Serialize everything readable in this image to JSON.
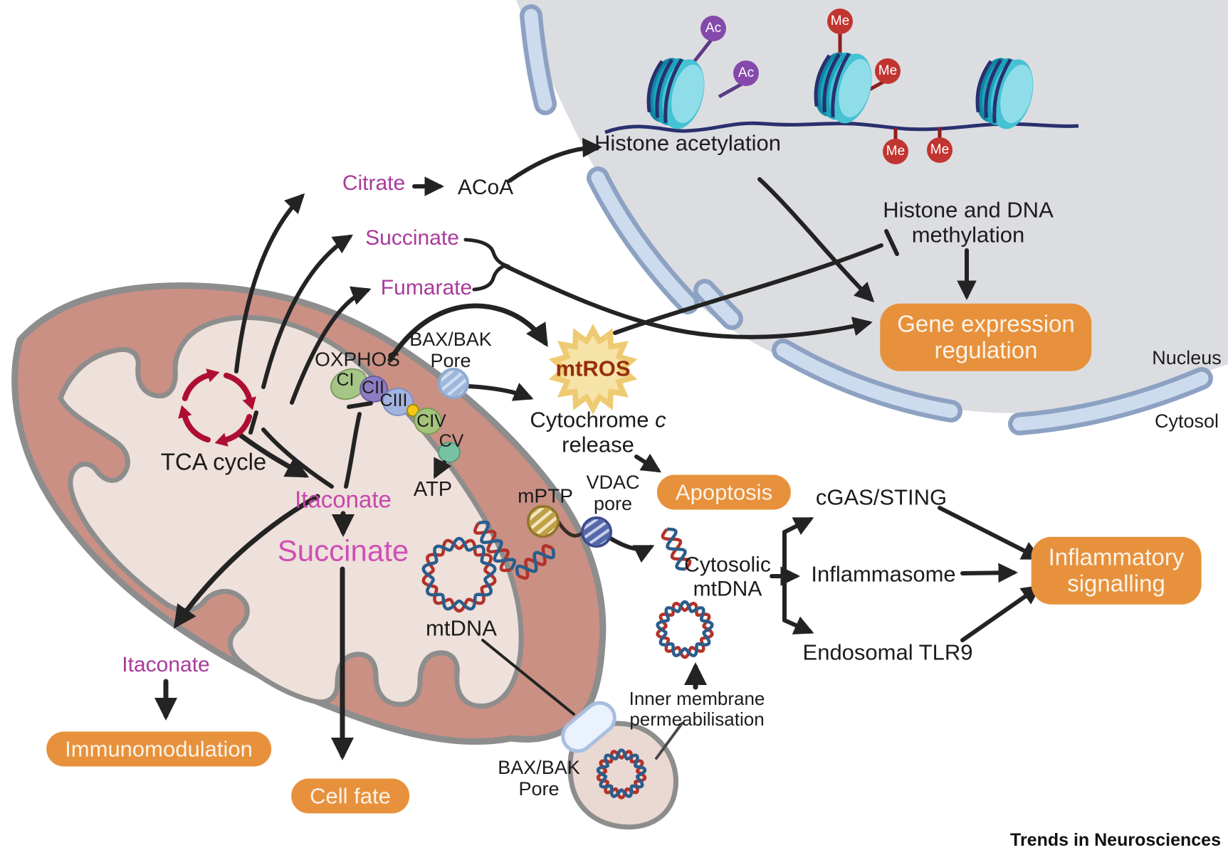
{
  "journal": "Trends in Neurosciences",
  "colors": {
    "accent_orange": "#e7913c",
    "metabolite_magenta": "#a93a9b",
    "succinate_pink": "#d04fb5",
    "tca_crimson": "#ae0e32",
    "mtros_text": "#962e0d",
    "arrow_black": "#232323",
    "nucleus_gray": "#dcdde1",
    "mito_outer": "#c99083",
    "mito_matrix": "#eee0da"
  },
  "nucleus": {
    "label": "Nucleus",
    "cytosol_label": "Cytosol",
    "histone_acetylation": "Histone acetylation",
    "histone_dna_methylation_l1": "Histone and DNA",
    "histone_dna_methylation_l2": "methylation",
    "ac": "Ac",
    "me": "Me"
  },
  "metabolites": {
    "citrate": "Citrate",
    "acoa": "ACoA",
    "succinate": "Succinate",
    "fumarate": "Fumarate",
    "itaconate_matrix": "Itaconate",
    "succinate_matrix": "Succinate",
    "itaconate_cytosol": "Itaconate"
  },
  "mito": {
    "tca": "TCA cycle",
    "oxphos": "OXPHOS",
    "ci": "CI",
    "cii": "CII",
    "ciii": "CIII",
    "civ": "CIV",
    "cv": "CV",
    "atp": "ATP",
    "mtdna": "mtDNA",
    "mptp": "mPTP",
    "mtros": "mtROS",
    "baxbak_top_l1": "BAX/BAK",
    "baxbak_top_l2": "Pore",
    "vdac_l1": "VDAC",
    "vdac_l2": "pore",
    "cytc_word": "Cytochrome",
    "cytc_c": "c",
    "cytc_l2": "release",
    "baxbak_bottom_l1": "BAX/BAK",
    "baxbak_bottom_l2": "Pore",
    "inner_mem_l1": "Inner membrane",
    "inner_mem_l2": "permeabilisation"
  },
  "signalling": {
    "cytosolic_l1": "Cytosolic",
    "cytosolic_l2": "mtDNA",
    "cgas": "cGAS/STING",
    "inflammasome": "Inflammasome",
    "tlr9": "Endosomal TLR9"
  },
  "boxes": {
    "gene_expression_l1": "Gene expression",
    "gene_expression_l2": "regulation",
    "apoptosis": "Apoptosis",
    "inflammatory_l1": "Inflammatory",
    "inflammatory_l2": "signalling",
    "immunomodulation": "Immunomodulation",
    "cell_fate": "Cell fate"
  }
}
